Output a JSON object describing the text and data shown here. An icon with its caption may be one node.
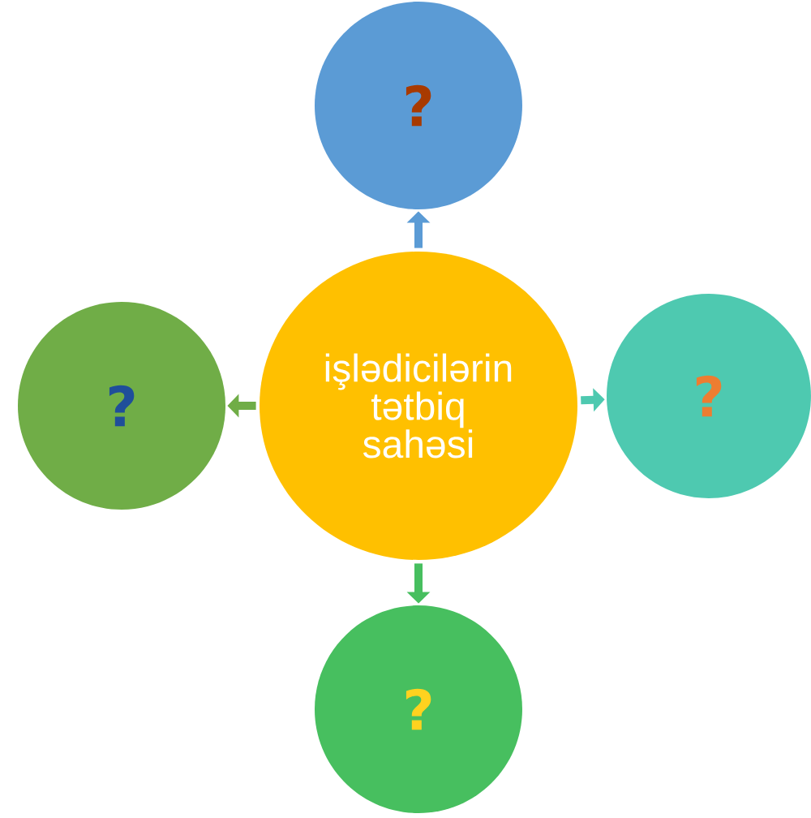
{
  "diagram": {
    "nodes": [
      {
        "text": [
          "işlədicilərin tətbiq sahəsi"
        ]
      },
      {
        "text": [
          "?"
        ]
      },
      {
        "text": [
          "?"
        ]
      },
      {
        "text": [
          "?"
        ]
      },
      {
        "text": [
          "?"
        ]
      }
    ],
    "edges": [
      {
        "from": 0,
        "to": 1,
        "arrow": "to",
        "color": "#5b9bd5"
      },
      {
        "from": 0,
        "to": 2,
        "arrow": "to",
        "color": "#4ec9b0"
      },
      {
        "from": 0,
        "to": 3,
        "arrow": "to",
        "color": "#47bf5f"
      },
      {
        "from": 0,
        "to": 4,
        "arrow": "to",
        "color": "#70ad47"
      }
    ]
  }
}
